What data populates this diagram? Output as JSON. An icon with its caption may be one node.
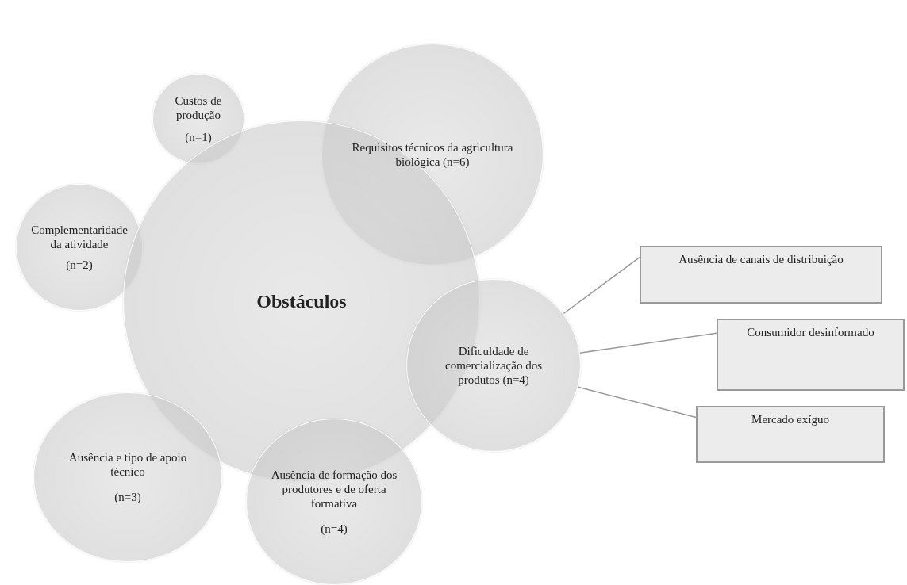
{
  "diagram": {
    "nodes": [
      {
        "text": [
          "Custos de produção",
          "(n=1)"
        ]
      },
      {
        "text": [
          "Requisitos técnicos da agricultura biológica (n=6)"
        ]
      },
      {
        "text": [
          "Complementaridade da atividade",
          "(n=2)"
        ]
      },
      {
        "text": [
          "Obstáculos"
        ]
      },
      {
        "text": [
          "Dificuldade de comercialização dos produtos (n=4)"
        ]
      },
      {
        "text": [
          "Ausência de canais de distribuição"
        ]
      },
      {
        "text": [
          "Consumidor desinformado"
        ]
      },
      {
        "text": [
          "Mercado exíguo"
        ]
      },
      {
        "text": [
          "Ausência e tipo de apoio técnico",
          "(n=3)"
        ]
      },
      {
        "text": [
          "Ausência de formação dos produtores e de oferta formativa",
          "(n=4)"
        ]
      }
    ],
    "edges": [
      {
        "from": 4,
        "to": 5,
        "arrow": "none"
      },
      {
        "from": 4,
        "to": 6,
        "arrow": "none"
      },
      {
        "from": 4,
        "to": 7,
        "arrow": "none"
      }
    ]
  }
}
